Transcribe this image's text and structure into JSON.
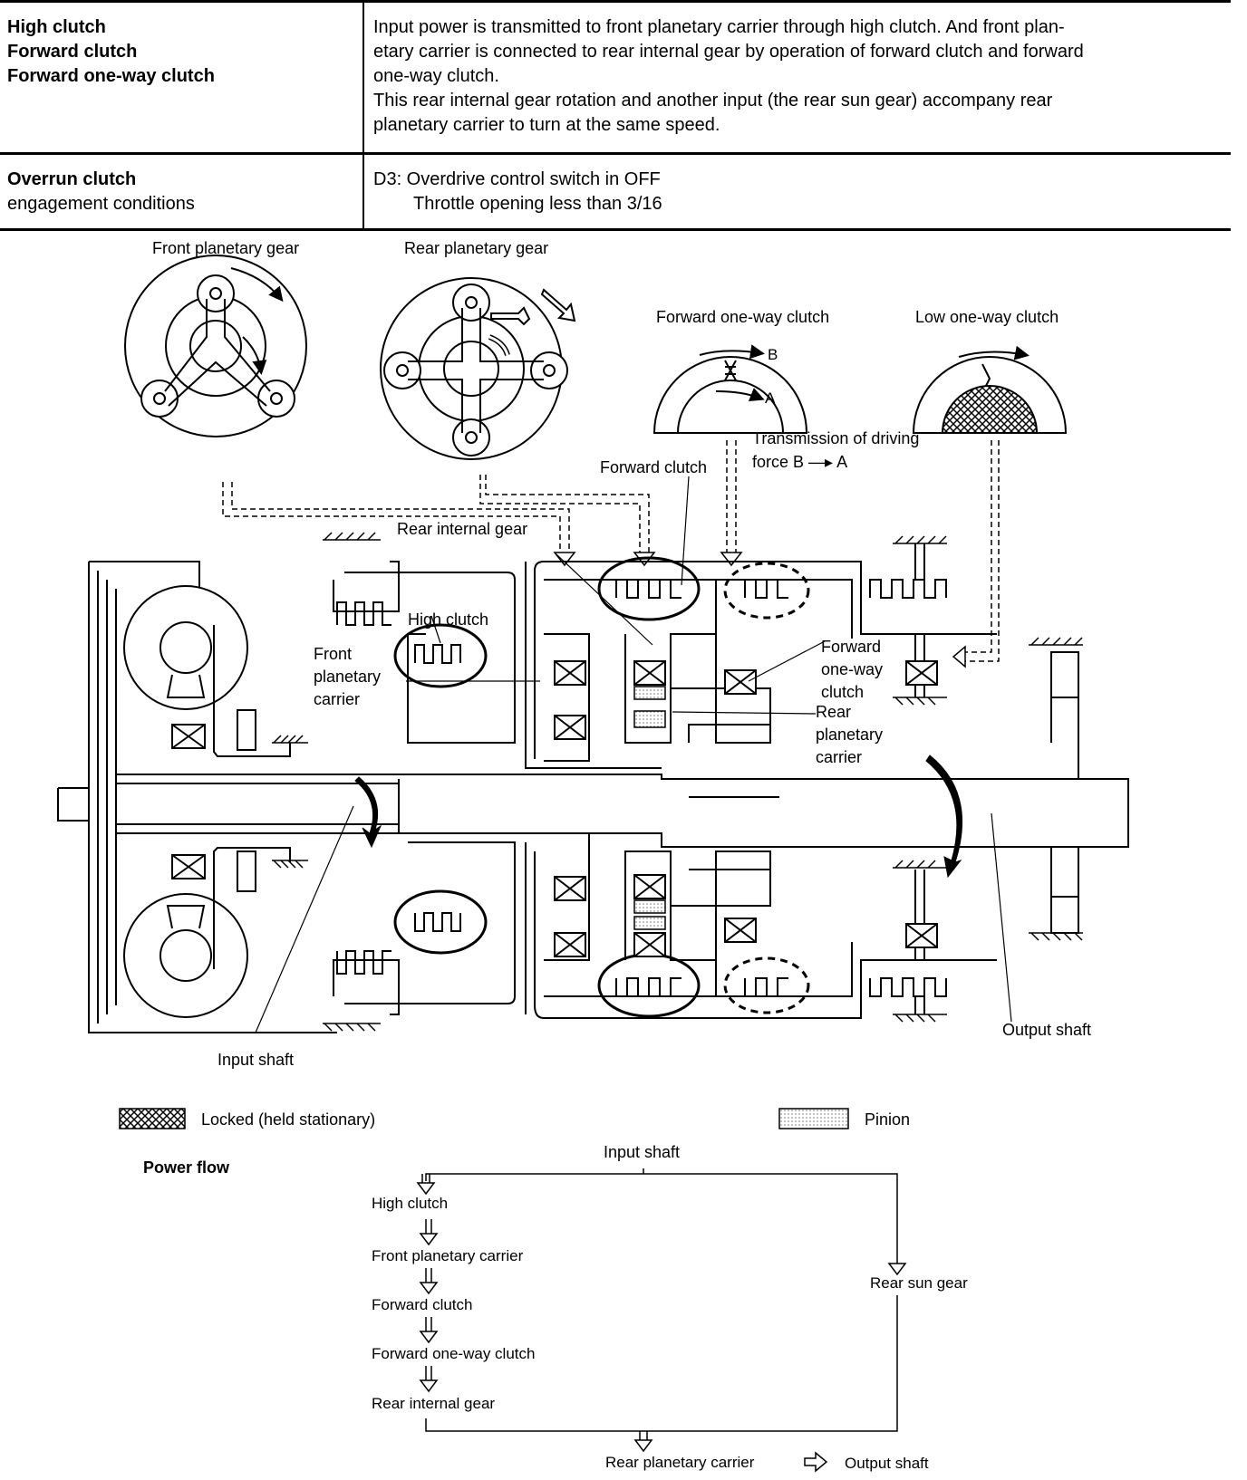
{
  "table": {
    "row1": {
      "head": [
        "High clutch",
        "Forward clutch",
        "Forward one-way clutch"
      ],
      "desc": [
        "Input power is transmitted to front planetary carrier through high clutch. And front plan-",
        "etary carrier is connected to rear internal gear by operation of forward clutch and forward",
        "one-way clutch.",
        "This rear internal gear rotation and another input (the rear sun gear) accompany rear",
        "planetary carrier to turn at the same speed."
      ]
    },
    "row2": {
      "head_bold": "Overrun clutch",
      "head_normal": "engagement conditions",
      "desc_line1": "D3: Overdrive control switch in OFF",
      "desc_line2": "Throttle opening less than 3/16"
    }
  },
  "diagram": {
    "labels": {
      "front_planetary_gear": "Front planetary gear",
      "rear_planetary_gear": "Rear planetary gear",
      "forward_one_way_clutch_top": "Forward one-way clutch",
      "low_one_way_clutch": "Low one-way clutch",
      "transmission_line1": "Transmission of driving",
      "transmission_line2": "force B —▸ A",
      "forward_clutch": "Forward clutch",
      "rear_internal_gear": "Rear internal gear",
      "high_clutch": "High clutch",
      "front_planetary_carrier": [
        "Front",
        "planetary",
        "carrier"
      ],
      "forward_one_way_clutch_side": [
        "Forward",
        "one-way",
        "clutch"
      ],
      "rear_planetary_carrier": [
        "Rear",
        "planetary",
        "carrier"
      ],
      "input_shaft": "Input shaft",
      "output_shaft": "Output shaft",
      "marker_a": "A",
      "marker_b": "B"
    },
    "legend": {
      "locked": "Locked (held stationary)",
      "pinion": "Pinion"
    }
  },
  "power_flow": {
    "title": "Power flow",
    "input_shaft": "Input shaft",
    "steps": [
      "High clutch",
      "Front planetary carrier",
      "Forward clutch",
      "Forward one-way clutch",
      "Rear internal gear"
    ],
    "rear_sun_gear": "Rear sun gear",
    "rear_planetary_carrier": "Rear planetary carrier",
    "output_shaft": "Output shaft"
  }
}
